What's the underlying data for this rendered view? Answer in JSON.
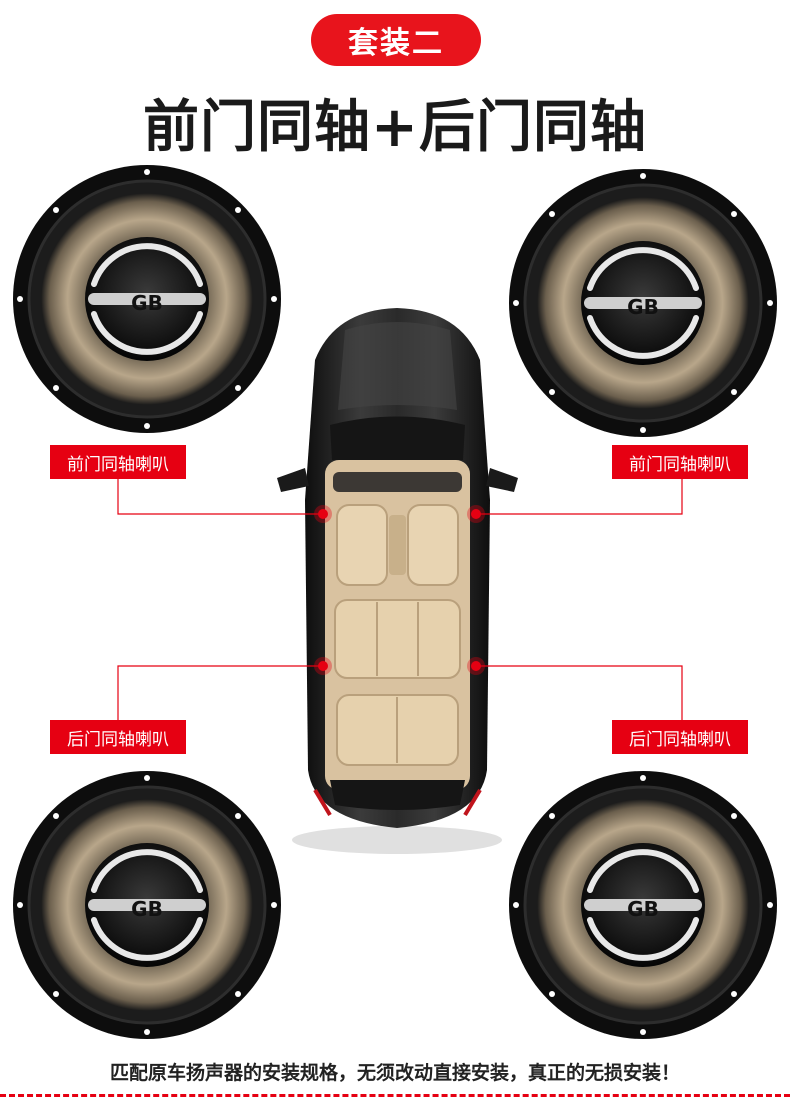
{
  "header": {
    "badge": "套装二",
    "title": "前门同轴+后门同轴"
  },
  "speaker": {
    "logo_text": "GB"
  },
  "labels": {
    "front_left": "前门同轴喇叭",
    "front_right": "前门同轴喇叭",
    "rear_left": "后门同轴喇叭",
    "rear_right": "后门同轴喇叭"
  },
  "footer": {
    "text": "匹配原车扬声器的安装规格，无须改动直接安装，真正的无损安装！"
  },
  "colors": {
    "accent": "#e60012",
    "speaker_body": "#111111",
    "cone": "#b8a68a"
  }
}
